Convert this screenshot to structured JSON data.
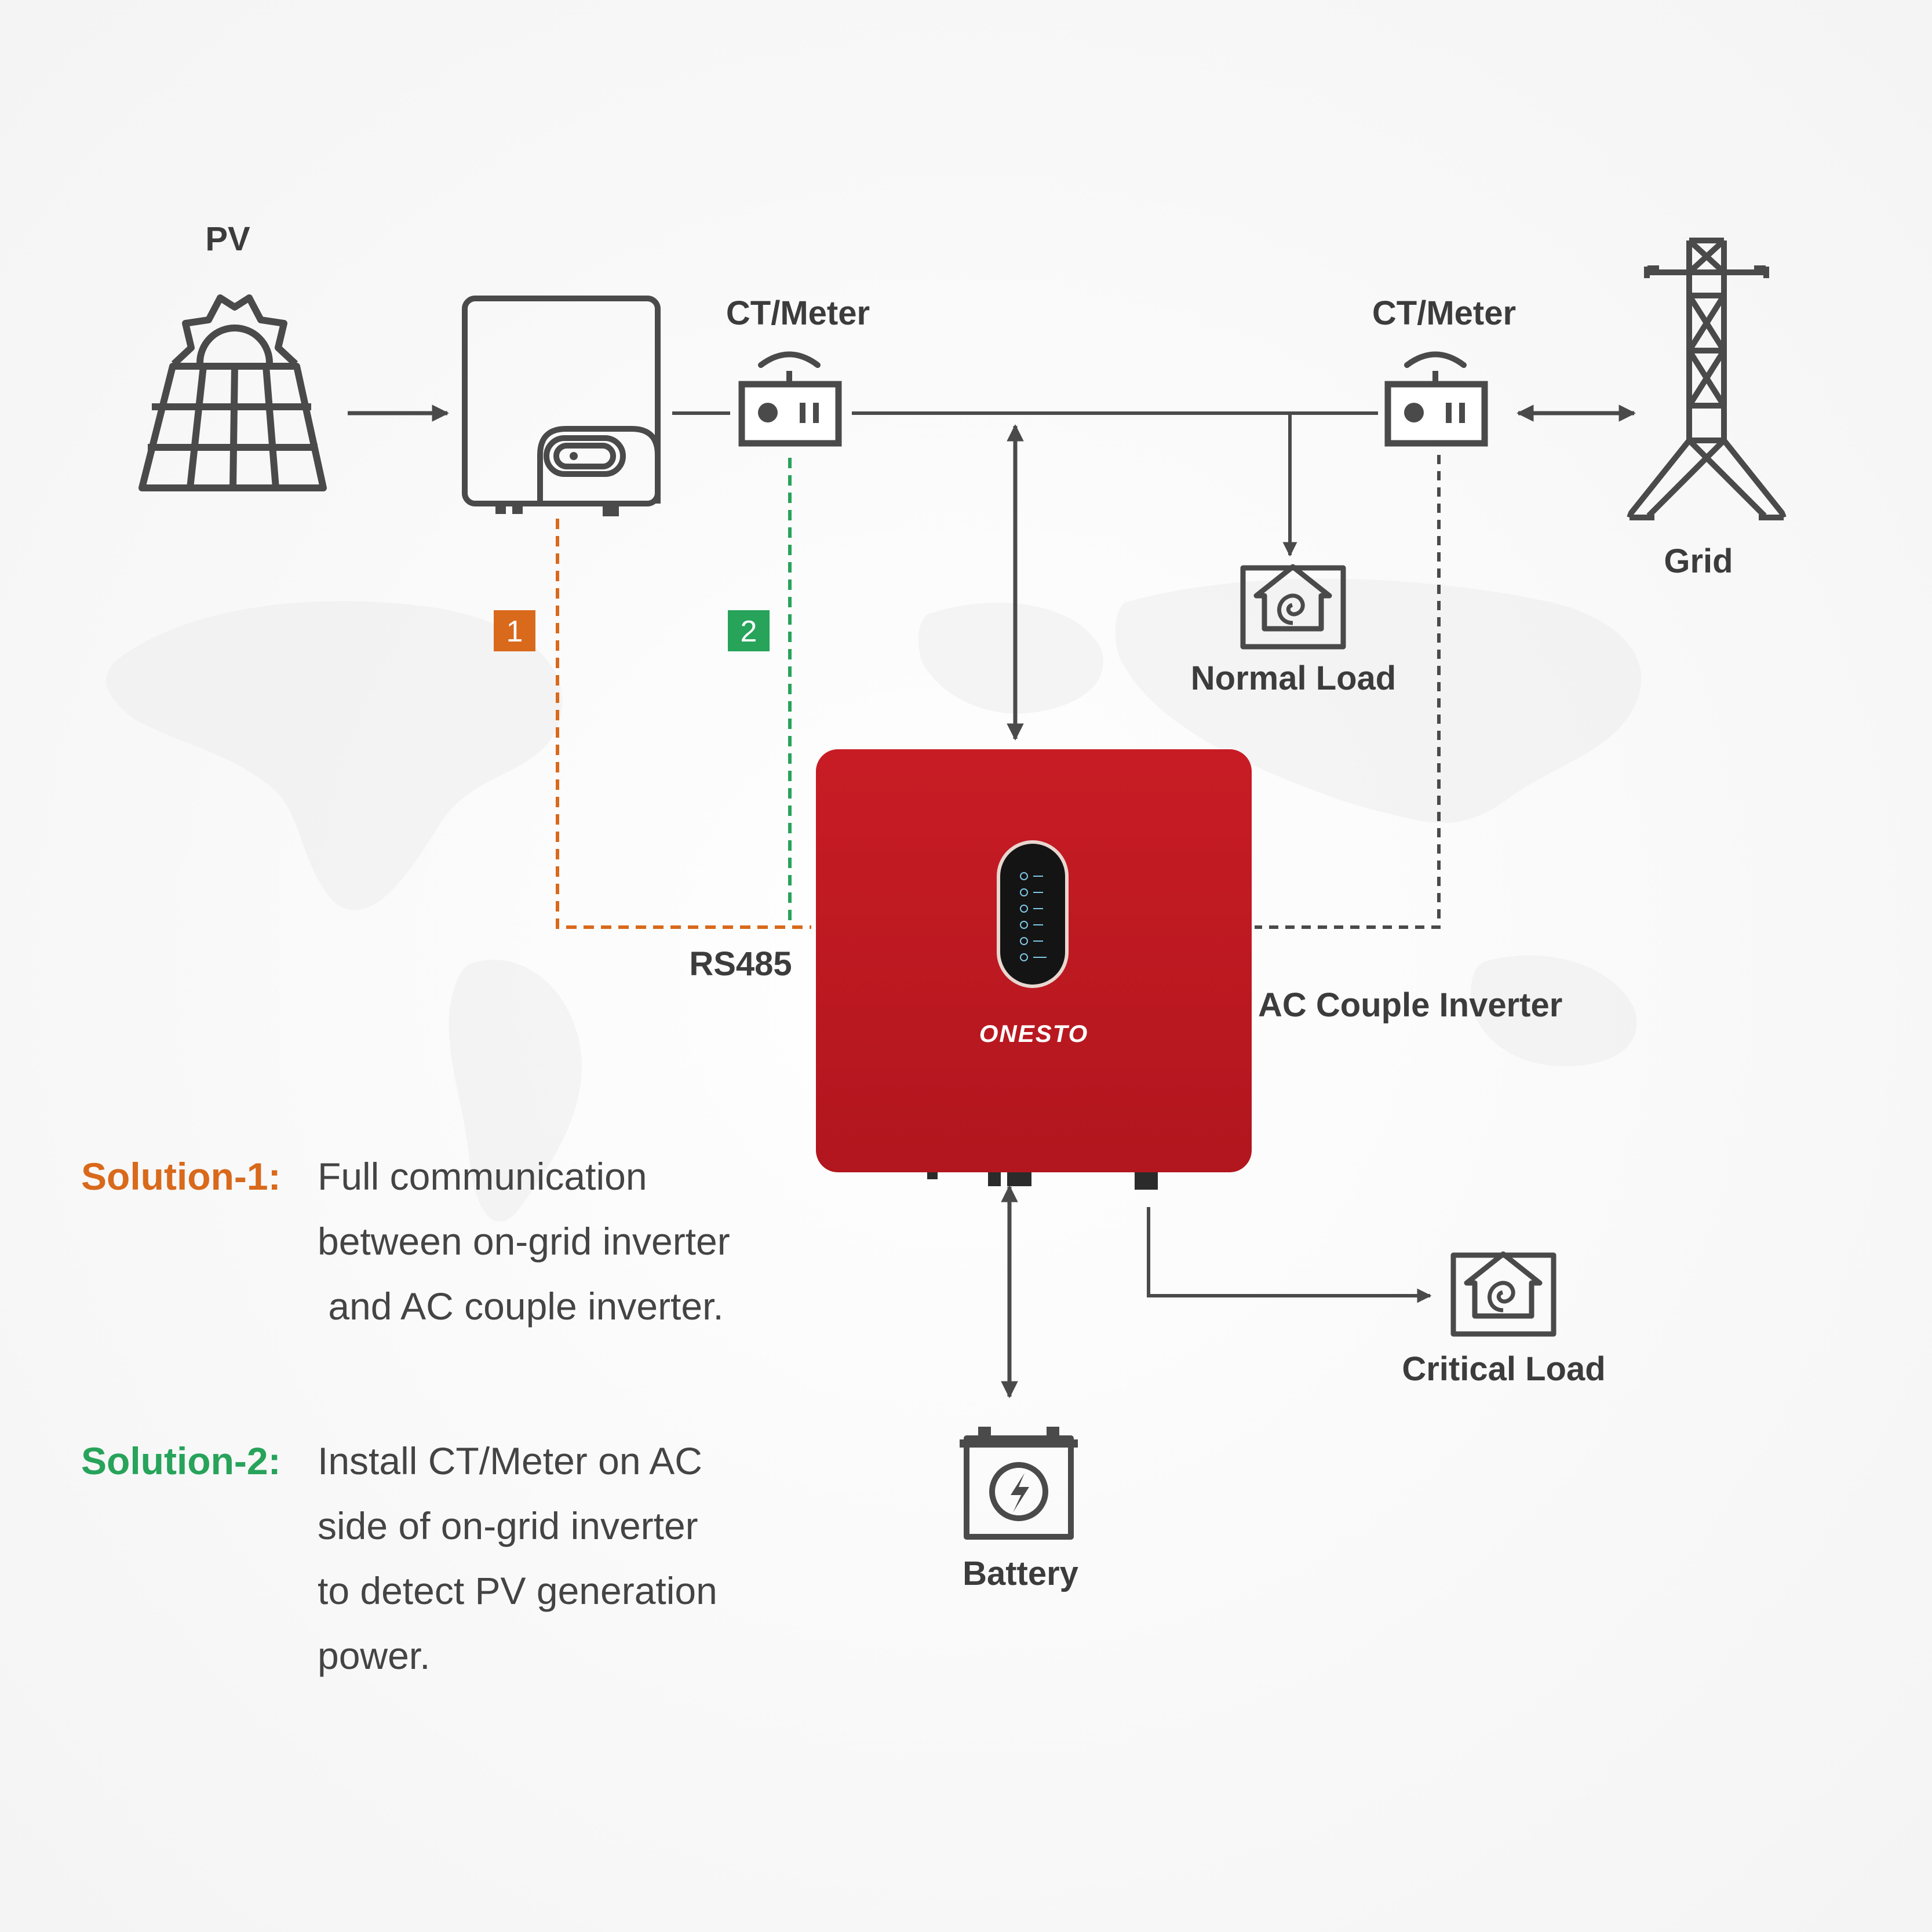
{
  "colors": {
    "background": "#ffffff",
    "map": "#eeeeee",
    "line": "#4a4a4a",
    "solution1": "#d9691b",
    "solution2": "#27a35a",
    "inverter_body": "#be1a22",
    "screen": "#141414"
  },
  "icons": {
    "pv": "solar-panel-icon",
    "ongrid_inverter": "inverter-icon",
    "meter": "meter-icon",
    "grid": "power-tower-icon",
    "load": "house-icon",
    "battery": "battery-icon"
  },
  "labels": {
    "pv": "PV",
    "ct_meter_1": "CT/Meter",
    "ct_meter_2": "CT/Meter",
    "grid": "Grid",
    "normal_load": "Normal Load",
    "rs485": "RS485",
    "ac_couple_inverter": "AC Couple Inverter",
    "critical_load": "Critical Load",
    "battery": "Battery",
    "badge_1": "1",
    "badge_2": "2",
    "brand": "ONESTO"
  },
  "solutions": [
    {
      "title": "Solution-1:",
      "lines": [
        "Full communication",
        "between on-grid inverter",
        " and AC couple inverter."
      ]
    },
    {
      "title": "Solution-2:",
      "lines": [
        "Install CT/Meter on AC",
        "side of on-grid inverter",
        "to detect PV generation",
        "power."
      ]
    }
  ]
}
